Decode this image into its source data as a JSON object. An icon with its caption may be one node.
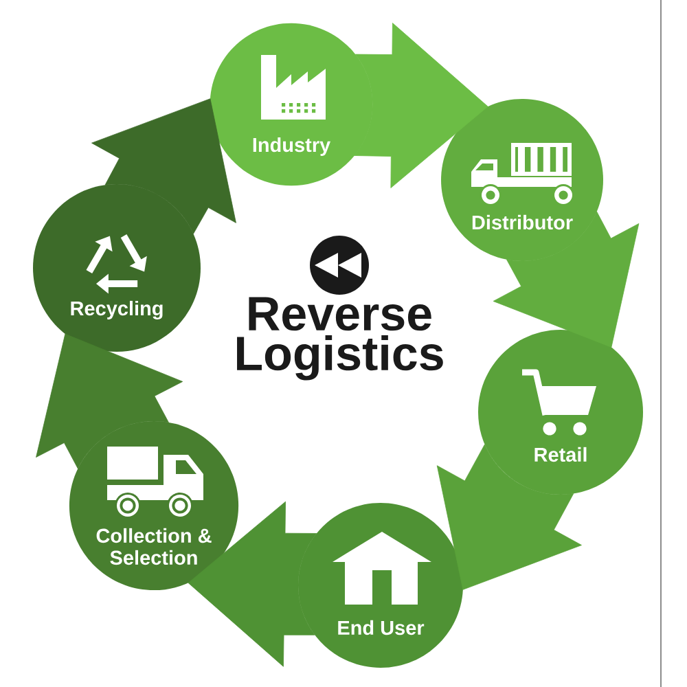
{
  "diagram": {
    "title": "Reverse Logistics",
    "nodes": [
      {
        "text": [
          "Industry"
        ]
      },
      {
        "text": [
          "Distributor"
        ]
      },
      {
        "text": [
          "Retail"
        ]
      },
      {
        "text": [
          "End User"
        ]
      },
      {
        "text": [
          "Collection & Selection"
        ]
      },
      {
        "text": [
          "Recycling"
        ]
      }
    ],
    "edges": [
      {
        "from": 0,
        "to": 1,
        "arrow": "to",
        "color": "#6cbd45"
      },
      {
        "from": 1,
        "to": 2,
        "arrow": "to",
        "color": "#62ad3f"
      },
      {
        "from": 2,
        "to": 3,
        "arrow": "to",
        "color": "#5aa23a"
      },
      {
        "from": 3,
        "to": 4,
        "arrow": "to",
        "color": "#4f9234"
      },
      {
        "from": 4,
        "to": 5,
        "arrow": "to",
        "color": "#487f2f"
      },
      {
        "from": 5,
        "to": 0,
        "arrow": "to",
        "color": "#3d6b29"
      }
    ]
  }
}
